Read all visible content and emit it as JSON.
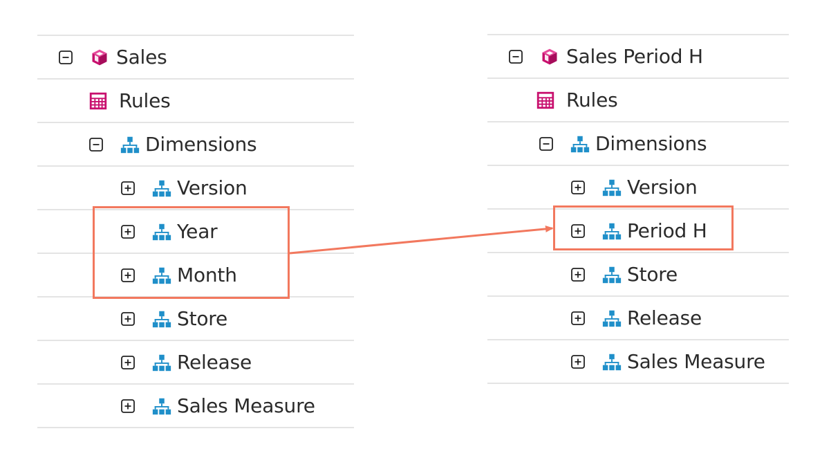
{
  "source_tree": {
    "cube": {
      "label": "Sales",
      "expanded": true,
      "icon": "cube-icon",
      "color": "#c8106e"
    },
    "rules": {
      "label": "Rules",
      "icon": "rules-calculator-icon",
      "color": "#c8106e"
    },
    "dimensions": {
      "label": "Dimensions",
      "expanded": true,
      "icon": "dimension-hierarchy-icon",
      "color": "#1f8fc9"
    },
    "items": [
      {
        "label": "Version",
        "expanded": false
      },
      {
        "label": "Year",
        "expanded": false
      },
      {
        "label": "Month",
        "expanded": false
      },
      {
        "label": "Store",
        "expanded": false
      },
      {
        "label": "Release",
        "expanded": false
      },
      {
        "label": "Sales Measure",
        "expanded": false
      }
    ]
  },
  "target_tree": {
    "cube": {
      "label": "Sales Period H",
      "expanded": true,
      "icon": "cube-icon",
      "color": "#c8106e"
    },
    "rules": {
      "label": "Rules",
      "icon": "rules-calculator-icon",
      "color": "#c8106e"
    },
    "dimensions": {
      "label": "Dimensions",
      "expanded": true,
      "icon": "dimension-hierarchy-icon",
      "color": "#1f8fc9"
    },
    "items": [
      {
        "label": "Version",
        "expanded": false
      },
      {
        "label": "Period H",
        "expanded": false
      },
      {
        "label": "Store",
        "expanded": false
      },
      {
        "label": "Release",
        "expanded": false
      },
      {
        "label": "Sales Measure",
        "expanded": false
      }
    ]
  },
  "annotation": {
    "highlight_color": "#f2785e",
    "source_highlight": [
      "Year",
      "Month"
    ],
    "target_highlight": [
      "Period H"
    ]
  }
}
